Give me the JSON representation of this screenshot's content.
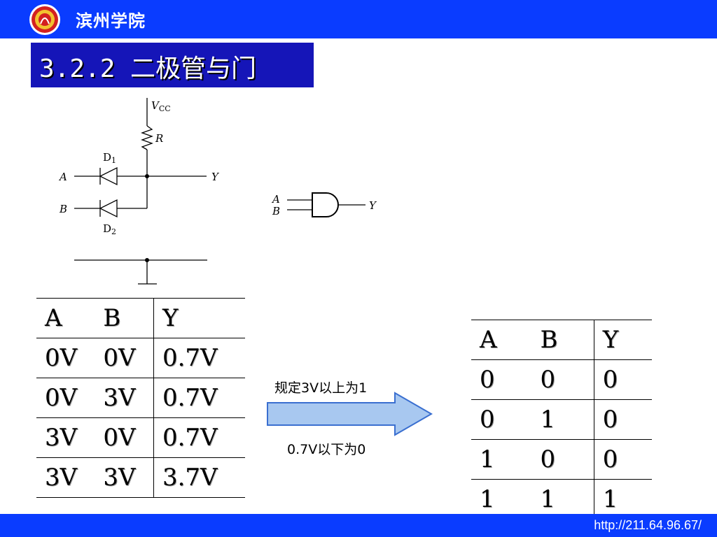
{
  "header": {
    "school_name": "滨州学院",
    "logo_icon": "university-seal-icon"
  },
  "slide": {
    "title": "3.2.2 二极管与门"
  },
  "circuit": {
    "vcc": "V",
    "vcc_sub": "CC",
    "resistor": "R",
    "d1": "D",
    "d1_sub": "1",
    "d2": "D",
    "d2_sub": "2",
    "input_a": "A",
    "input_b": "B",
    "output_y": "Y"
  },
  "gate": {
    "input_a": "A",
    "input_b": "B",
    "output_y": "Y"
  },
  "voltage_table": {
    "headers": [
      "A",
      "B",
      "Y"
    ],
    "rows": [
      [
        "0V",
        "0V",
        "0.7V"
      ],
      [
        "0V",
        "3V",
        "0.7V"
      ],
      [
        "3V",
        "0V",
        "0.7V"
      ],
      [
        "3V",
        "3V",
        "3.7V"
      ]
    ]
  },
  "conversion": {
    "rule_high": "规定3V以上为1",
    "rule_low": "0.7V以下为0"
  },
  "logic_table": {
    "headers": [
      "A",
      "B",
      "Y"
    ],
    "rows": [
      [
        "0",
        "0",
        "0"
      ],
      [
        "0",
        "1",
        "0"
      ],
      [
        "1",
        "0",
        "0"
      ],
      [
        "1",
        "1",
        "1"
      ]
    ]
  },
  "footer": {
    "url": "http://211.64.96.67/"
  },
  "colors": {
    "header_blue": "#0a3cff",
    "title_box": "#1515b8",
    "arrow_fill": "#a8c8f0",
    "arrow_stroke": "#3a6fd0"
  }
}
